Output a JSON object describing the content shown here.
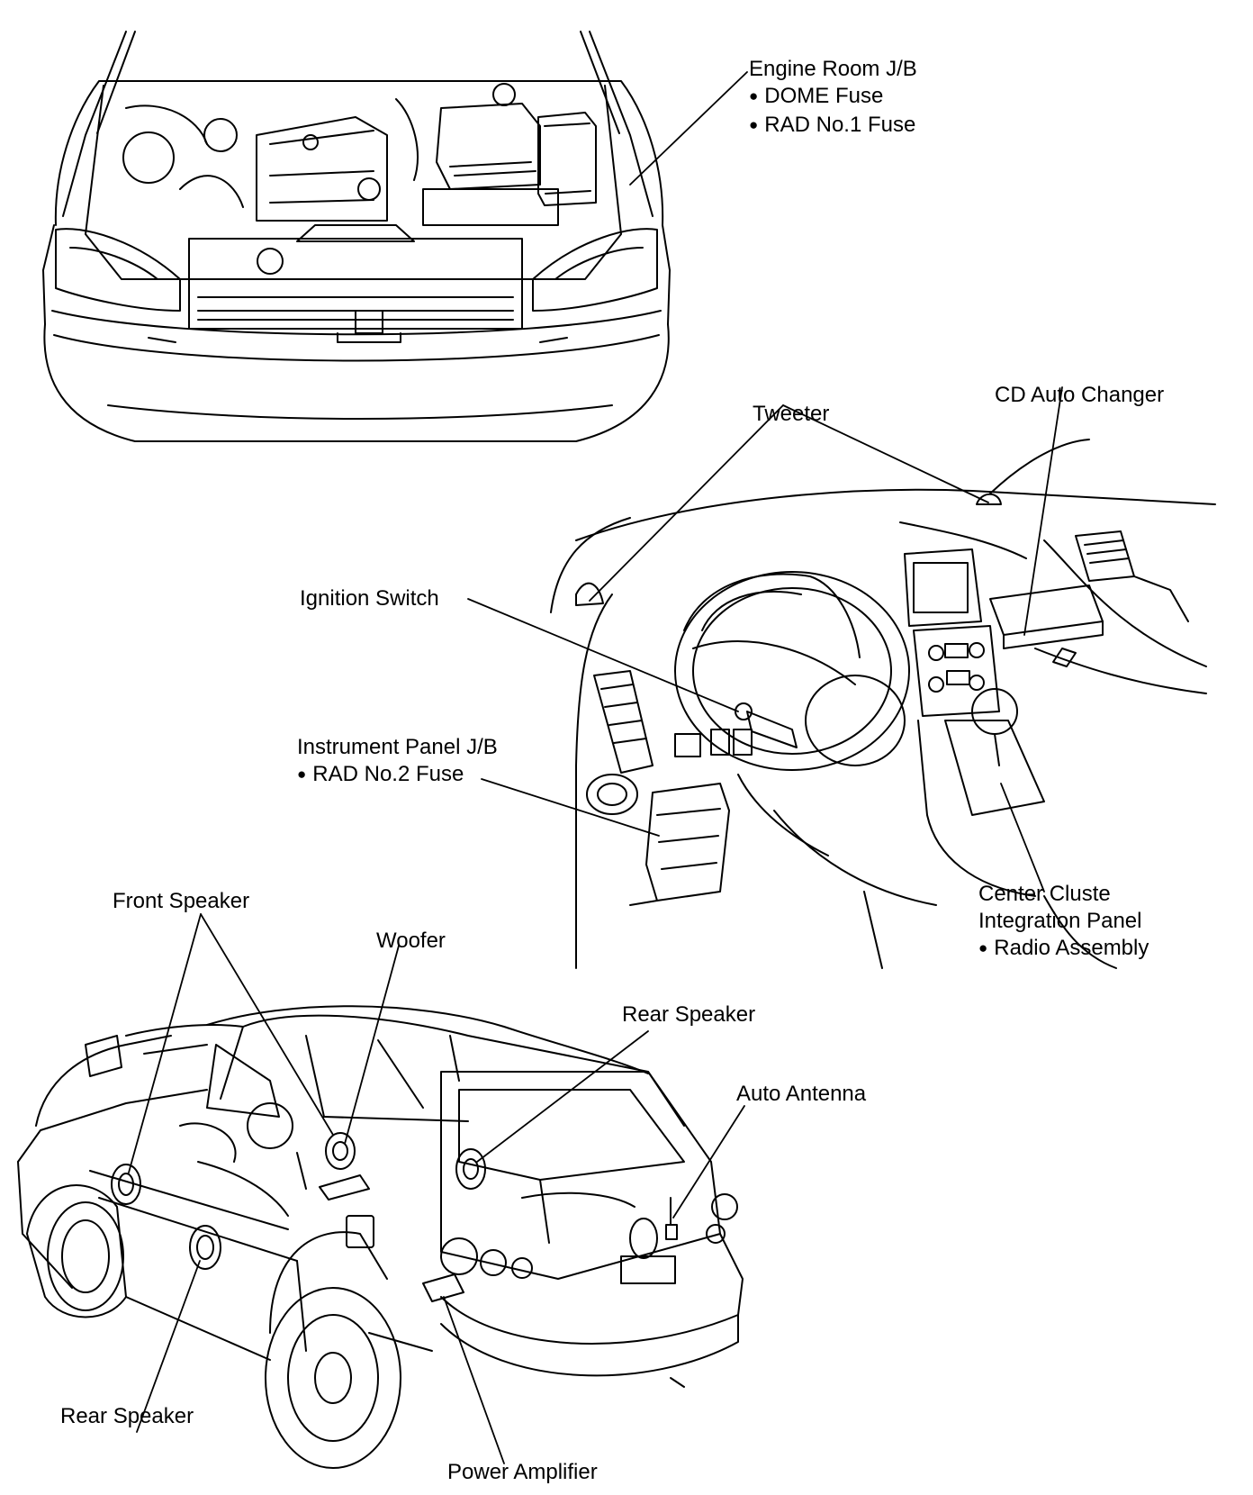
{
  "labels": {
    "engine_room_jb": {
      "title": "Engine Room J/B",
      "items": [
        "DOME Fuse",
        "RAD No.1 Fuse"
      ]
    },
    "cd_auto_changer": "CD Auto Changer",
    "tweeter": "Tweeter",
    "ignition_switch": "Ignition Switch",
    "instrument_panel_jb": {
      "title": "Instrument Panel J/B",
      "items": [
        "RAD No.2 Fuse"
      ]
    },
    "center_cluster": {
      "lines": [
        "Center Cluste",
        "Integration Panel"
      ],
      "items": [
        "Radio Assembly"
      ]
    },
    "front_speaker": "Front Speaker",
    "woofer": "Woofer",
    "rear_speaker_top": "Rear Speaker",
    "auto_antenna": "Auto Antenna",
    "rear_speaker_bottom": "Rear Speaker",
    "power_amplifier": "Power Amplifier"
  }
}
